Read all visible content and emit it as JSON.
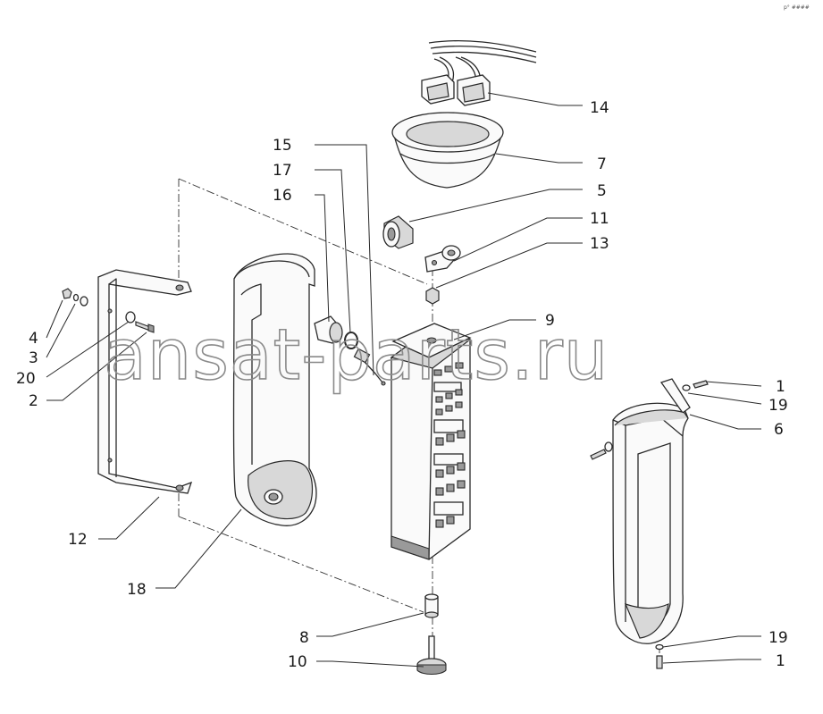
{
  "diagram": {
    "watermark": "ansat-parts.ru",
    "corner_mark": "p° ####",
    "callouts": [
      "14",
      "15",
      "7",
      "17",
      "5",
      "16",
      "11",
      "13",
      "9",
      "4",
      "3",
      "20",
      "2",
      "1",
      "19",
      "6",
      "12",
      "18",
      "8",
      "10",
      "19",
      "1"
    ]
  }
}
